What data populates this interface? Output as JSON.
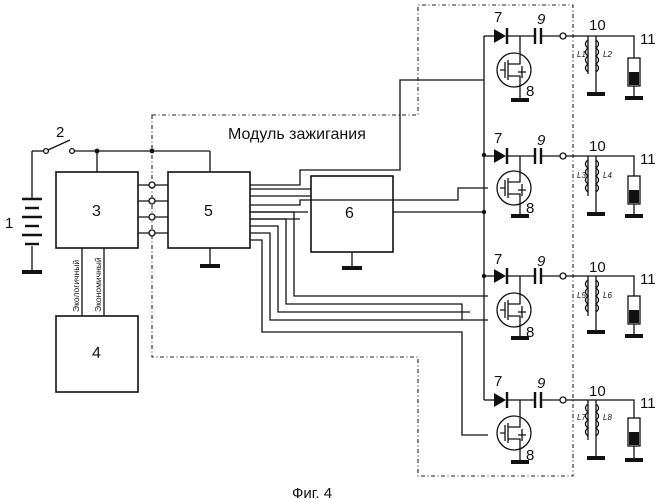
{
  "module_title": "Модуль зажигания",
  "caption": "Фиг. 4",
  "refs": {
    "battery": "1",
    "switch": "2",
    "block3": "3",
    "block4": "4",
    "block5": "5",
    "block6": "6",
    "diode": "7",
    "transistor": "8",
    "capacitor": "9",
    "coil": "10",
    "plug": "11"
  },
  "mode_lines": [
    "Экологичный",
    "Экономичный"
  ],
  "coil_windings": [
    [
      "L1",
      "L2"
    ],
    [
      "L3",
      "L4"
    ],
    [
      "L5",
      "L6"
    ],
    [
      "L7",
      "L8"
    ]
  ]
}
